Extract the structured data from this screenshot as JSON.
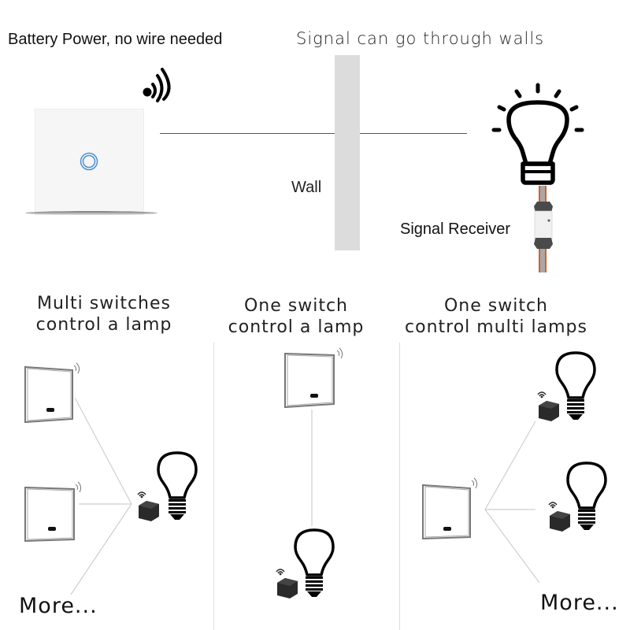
{
  "top": {
    "battery_label": "Battery Power, no wire needed",
    "walls_label": "Signal can go through walls",
    "wall_label": "Wall",
    "receiver_label": "Signal Receiver"
  },
  "sections": [
    {
      "title_line1": "Multi switches",
      "title_line2": "control a lamp",
      "more_label": "More..."
    },
    {
      "title_line1": "One switch",
      "title_line2": "control a lamp"
    },
    {
      "title_line1": "One switch",
      "title_line2": "control multi lamps",
      "more_label": "More..."
    }
  ],
  "colors": {
    "wall": "#dcdcdc",
    "touch_ring": "#4a8fd8",
    "switch_panel": "#f6f6f6",
    "connector_line": "#cfcfcf",
    "receiver_wire": "#d2622a"
  }
}
